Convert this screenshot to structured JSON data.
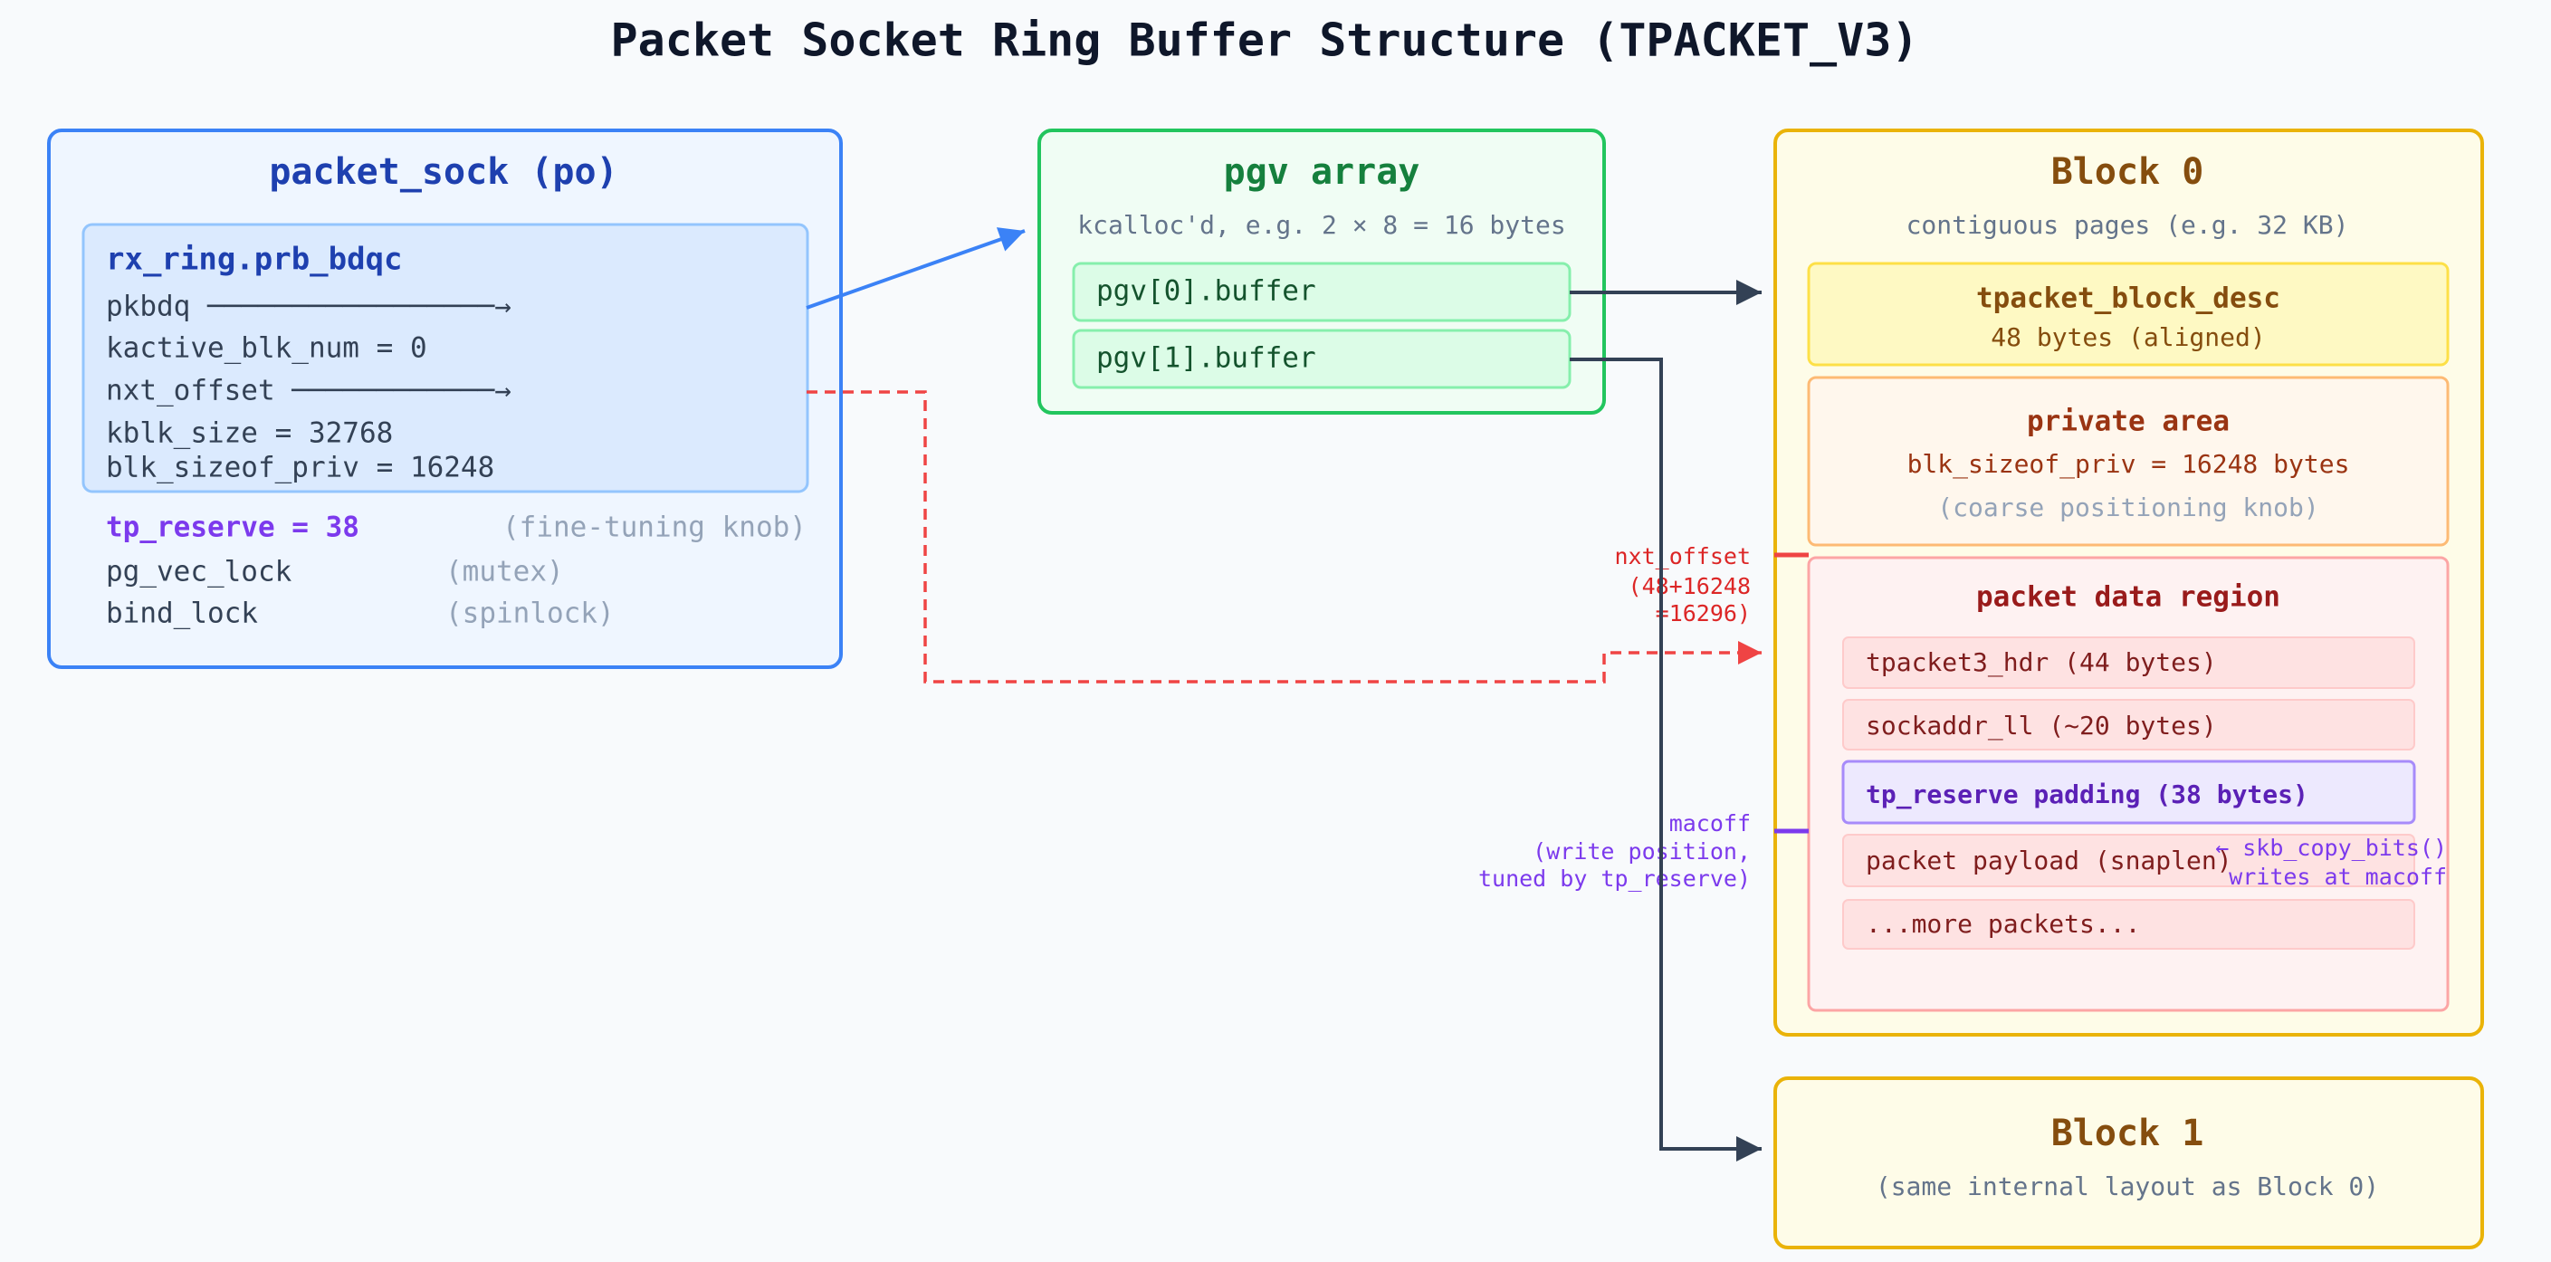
{
  "title": "Packet Socket Ring Buffer Structure (TPACKET_V3)",
  "colors": {
    "bg": "#f8fafc",
    "title": "#0f172a",
    "text": "#334155",
    "muted": "#64748b",
    "note": "#94a3b8",
    "sock_border": "#3b82f6",
    "sock_fill": "#eff6ff",
    "sock_title": "#1e40af",
    "ring_fill": "#dbeafe",
    "ring_border": "#93c5fd",
    "pgv_border": "#22c55e",
    "pgv_fill": "#f0fdf4",
    "pgv_title": "#15803d",
    "pgv_entry_fill": "#dcfce7",
    "pgv_entry_border": "#86efac",
    "pgv_entry_text": "#14532d",
    "block_border": "#eab308",
    "block_fill": "#fefce8",
    "block_title": "#854d0e",
    "desc_fill": "#fef9c3",
    "desc_border": "#fde047",
    "priv_fill": "#fff7ed",
    "priv_border": "#fdba74",
    "priv_text": "#9a3412",
    "data_fill": "#fef2f2",
    "data_border": "#fca5a5",
    "data_title": "#991b1b",
    "item_fill": "#fee2e2",
    "item_border": "#fecaca",
    "item_text": "#7f1d1d",
    "pad_fill": "#ede9fe",
    "pad_border": "#a78bfa",
    "pad_text": "#5b21b6",
    "accent_purple": "#7c3aed",
    "connector": "#334155",
    "pointer_blue": "#3b82f6",
    "offset_red": "#ef4444",
    "offset_text": "#dc2626"
  },
  "packet_sock": {
    "title": "packet_sock (po)",
    "rx_ring": {
      "title": "rx_ring.prb_bdqc",
      "fields": [
        "pkbdq ─────────────────→",
        "kactive_blk_num = 0",
        "nxt_offset ────────────→",
        "kblk_size = 32768",
        "blk_sizeof_priv = 16248"
      ]
    },
    "members": [
      {
        "name": "tp_reserve = 38",
        "note": "(fine-tuning knob)"
      },
      {
        "name": "pg_vec_lock",
        "note": "(mutex)"
      },
      {
        "name": "bind_lock",
        "note": "(spinlock)"
      }
    ]
  },
  "pgv": {
    "title": "pgv array",
    "subtitle": "kcalloc'd, e.g. 2 × 8 = 16 bytes",
    "entries": [
      "pgv[0].buffer",
      "pgv[1].buffer"
    ]
  },
  "block0": {
    "title": "Block 0",
    "subtitle": "contiguous pages (e.g. 32 KB)",
    "block_desc": {
      "title": "tpacket_block_desc",
      "size": "48 bytes (aligned)"
    },
    "private_area": {
      "title": "private area",
      "size": "blk_sizeof_priv = 16248 bytes",
      "note": "(coarse positioning knob)"
    },
    "data_region": {
      "title": "packet data region",
      "items": [
        "tpacket3_hdr (44 bytes)",
        "sockaddr_ll (~20 bytes)",
        "tp_reserve padding (38 bytes)",
        "packet payload (snaplen)",
        "...more packets..."
      ]
    },
    "copy_note": [
      "← skb_copy_bits()",
      "writes at macoff"
    ]
  },
  "block1": {
    "title": "Block 1",
    "subtitle": "(same internal layout as Block 0)"
  },
  "annotations": {
    "nxt_offset": [
      "nxt_offset",
      "(48+16248",
      "=16296)"
    ],
    "macoff": [
      "macoff",
      "(write position,",
      "tuned by tp_reserve)"
    ]
  }
}
